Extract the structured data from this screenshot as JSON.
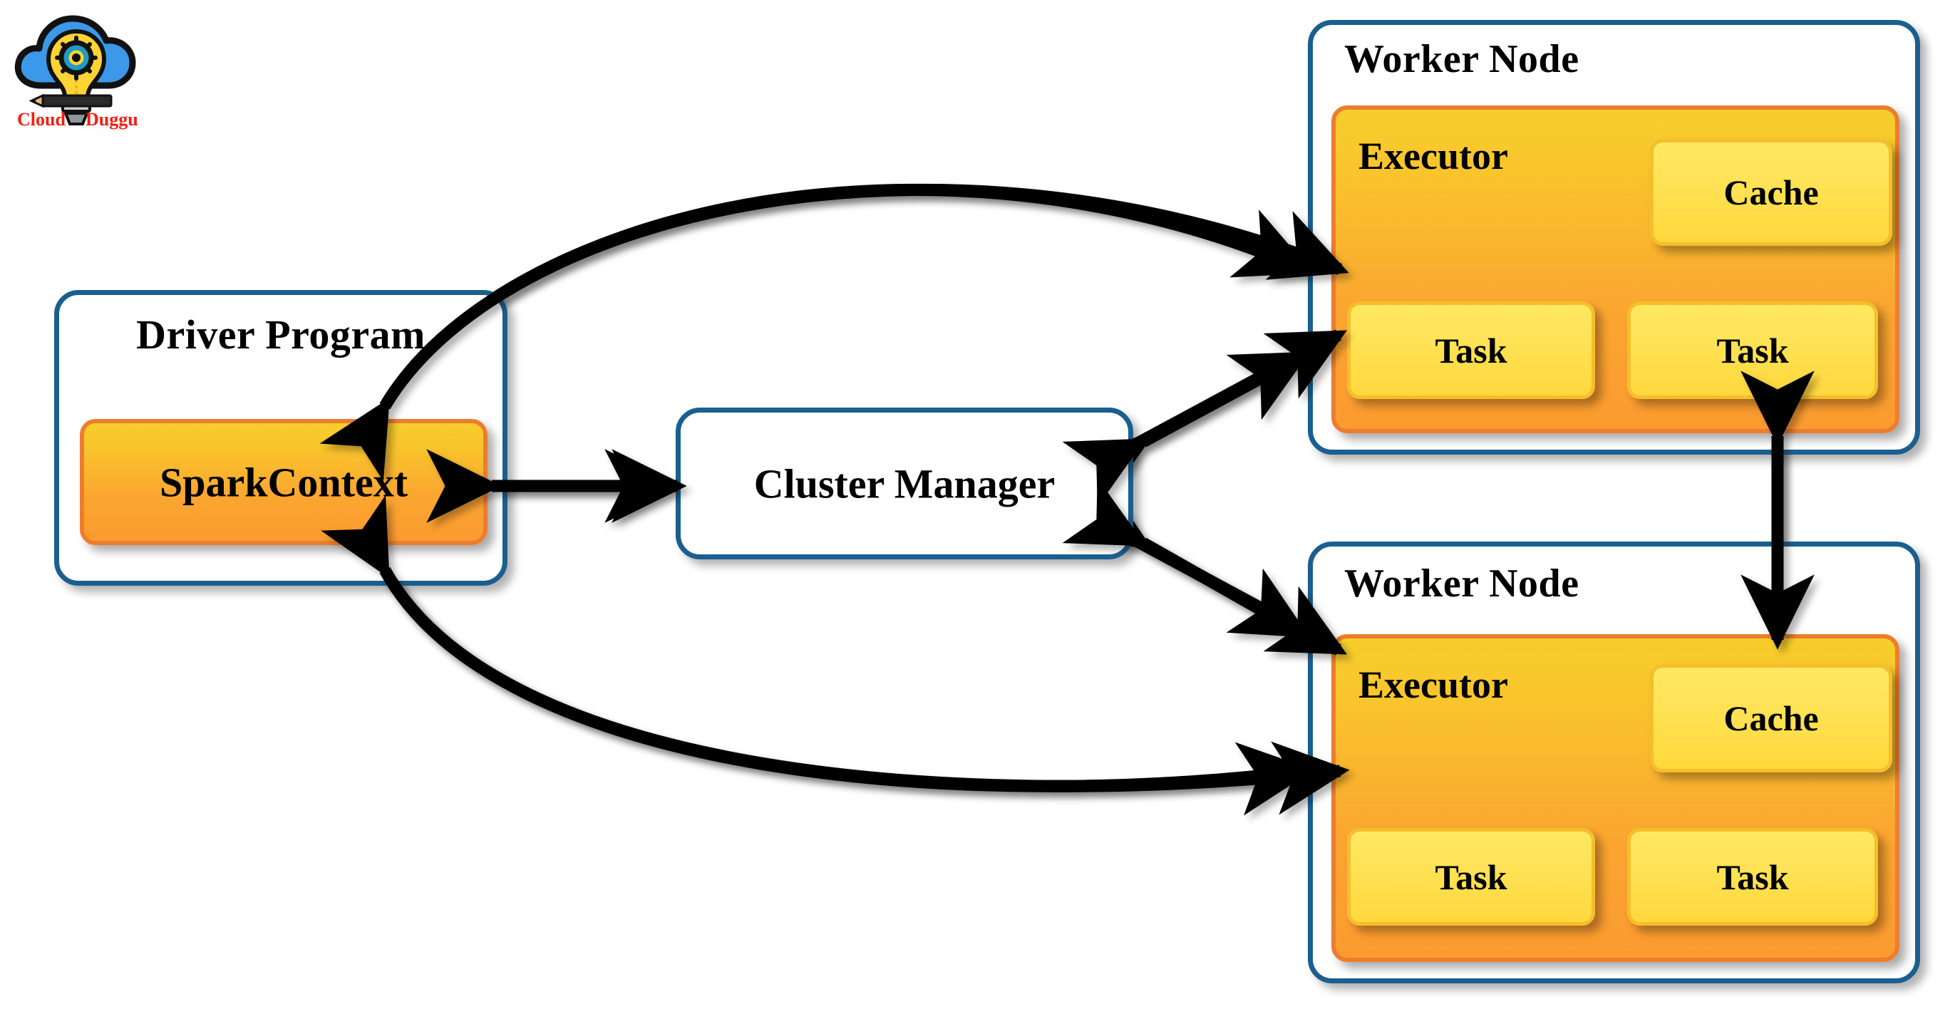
{
  "meta": {
    "title": "Apache Spark Cluster Architecture"
  },
  "logo": {
    "name": "cloudduggu-logo",
    "text_left": "Cloud",
    "text_right": "Duggu",
    "colors": {
      "cloud": "#3C98E8",
      "bulb": "#FFD333",
      "text": "#F41C11",
      "outline": "#111111",
      "pencil_body": "#2B2B2B",
      "pencil_wood": "#E8B87C",
      "gear": "#1F9BC4"
    }
  },
  "colors": {
    "node_border": "#1a5f8f",
    "node_fill": "#ffffff",
    "executor_border": "#ED7D2E",
    "executor_fill_top": "#F6CE2C",
    "executor_fill_bottom": "#FB9A30",
    "inner_border": "#F6BE2C",
    "inner_fill_top": "#FFE862",
    "inner_fill_bottom": "#FFD83C",
    "arrow": "#000000",
    "background": "#ffffff"
  },
  "driver": {
    "title": "Driver Program",
    "spark_context": "SparkContext"
  },
  "cluster_manager": {
    "title": "Cluster Manager"
  },
  "workers": [
    {
      "title": "Worker Node",
      "executor": "Executor",
      "cache": "Cache",
      "tasks": [
        "Task",
        "Task"
      ]
    },
    {
      "title": "Worker Node",
      "executor": "Executor",
      "cache": "Cache",
      "tasks": [
        "Task",
        "Task"
      ]
    }
  ],
  "connections": [
    {
      "name": "sparkcontext-to-worker-1",
      "from": "SparkContext",
      "to": "Worker Node 1",
      "style": "curved",
      "arrowheads": "both"
    },
    {
      "name": "sparkcontext-to-cluster-manager",
      "from": "SparkContext",
      "to": "Cluster Manager",
      "style": "straight",
      "arrowheads": "both"
    },
    {
      "name": "cluster-manager-to-worker-1",
      "from": "Cluster Manager",
      "to": "Worker Node 1",
      "style": "straight",
      "arrowheads": "both"
    },
    {
      "name": "cluster-manager-to-worker-2",
      "from": "Cluster Manager",
      "to": "Worker Node 2",
      "style": "straight",
      "arrowheads": "both"
    },
    {
      "name": "sparkcontext-to-worker-2",
      "from": "SparkContext",
      "to": "Worker Node 2",
      "style": "curved",
      "arrowheads": "both"
    },
    {
      "name": "worker-1-to-worker-2",
      "from": "Worker Node 1",
      "to": "Worker Node 2",
      "style": "straight",
      "arrowheads": "both"
    }
  ]
}
